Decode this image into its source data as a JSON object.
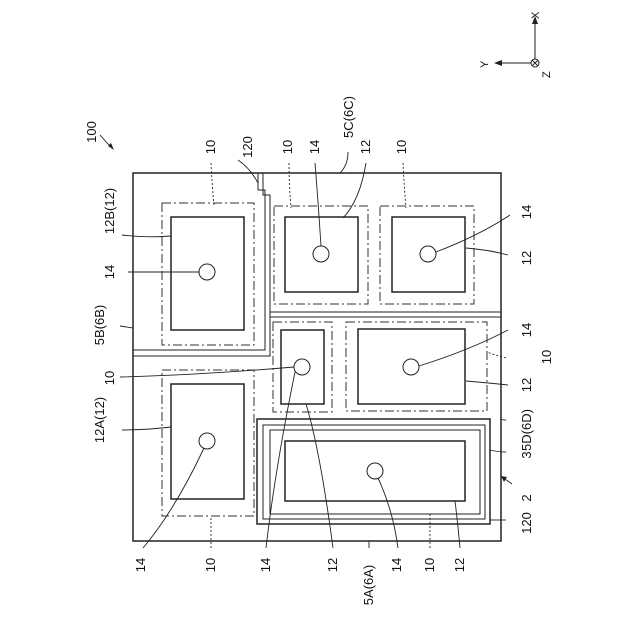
{
  "labels": {
    "l100": "100",
    "l120_top": "120",
    "l5c": "5C(6C)",
    "l10_top_a": "10",
    "l10_top_b": "10",
    "l14_top": "14",
    "l12_top": "12",
    "l10_top_c": "10",
    "l12b": "12B(12)",
    "l14_b": "14",
    "l5b": "5B(6B)",
    "l14_r1": "14",
    "l12_r1": "12",
    "l14_r2": "14",
    "l10_r": "10",
    "l12_r2": "12",
    "l10_left": "10",
    "l12a": "12A(12)",
    "l5d": "5D(6D)",
    "l3": "3",
    "l2": "2",
    "l120_bot": "120",
    "b14_1": "14",
    "b10_1": "10",
    "b14_2": "14",
    "b12_1": "12",
    "b5a": "5A(6A)",
    "b14_3": "14",
    "b10_2": "10",
    "b12_2": "12"
  },
  "axes": {
    "x": "X",
    "y": "Y",
    "z": "Z"
  }
}
